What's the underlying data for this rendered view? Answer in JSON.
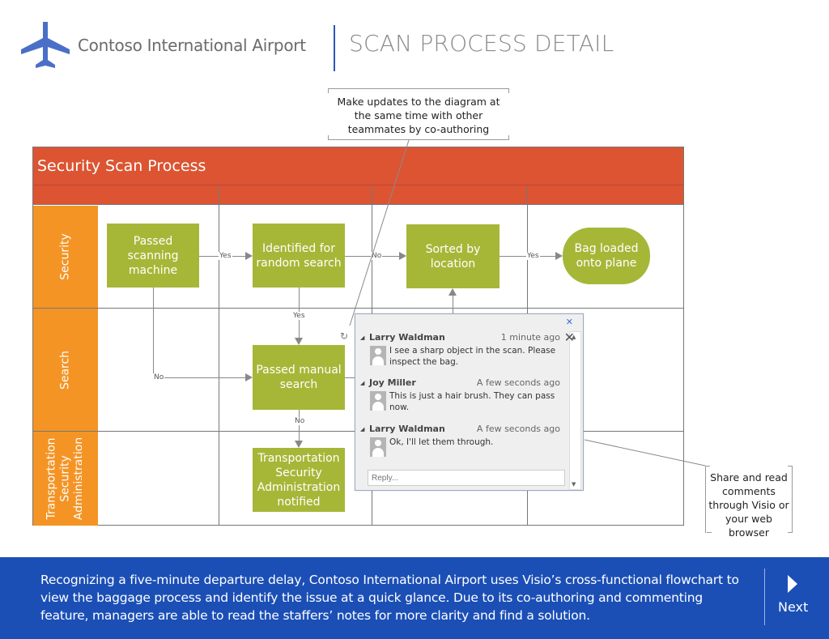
{
  "header": {
    "logo_icon": "airplane-icon",
    "brand": "Contoso International Airport",
    "title": "SCAN PROCESS DETAIL",
    "accent_color": "#2c56b8"
  },
  "callouts": {
    "top": "Make updates to the diagram at the same time with other teammates by co-authoring",
    "right": "Share and read comments through Visio or your web browser"
  },
  "diagram": {
    "title": "Security Scan Process",
    "title_color": "#dc5432",
    "lane_color": "#f49425",
    "shape_color": "#a6b738",
    "lanes": [
      {
        "label": "Security"
      },
      {
        "label": "Search"
      },
      {
        "label": "Transportation Security Administration"
      }
    ],
    "shapes": {
      "passed_scanning": "Passed scanning machine",
      "identified_random": "Identified for random search",
      "sorted_location": "Sorted by location",
      "bag_loaded": "Bag loaded onto plane",
      "passed_manual": "Passed manual search",
      "tsa_notified": "Transportation Security Administration notified"
    },
    "connector_labels": {
      "scan_yes": "Yes",
      "random_no": "No",
      "sorted_yes": "Yes",
      "random_yes": "Yes",
      "scan_no": "No",
      "manual_no": "No"
    },
    "sync_icon": "refresh-icon"
  },
  "comments": {
    "close_icon": "close-icon",
    "entries": [
      {
        "author": "Larry Waldman",
        "time": "1 minute ago",
        "text": "I see a sharp object in the scan. Please inspect the bag."
      },
      {
        "author": "Joy Miller",
        "time": "A few seconds ago",
        "text": "This is just a hair brush. They can pass now."
      },
      {
        "author": "Larry Waldman",
        "time": "A few seconds ago",
        "text": "Ok, I'll let them through."
      }
    ],
    "reply_placeholder": "Reply..."
  },
  "footer": {
    "text": "Recognizing a five-minute departure delay, Contoso International Airport uses Visio’s cross-functional flowchart to view the baggage process and identify the issue at a quick glance. Due to its co-authoring and commenting feature, managers are able to read the staffers’ notes for more clarity and find a solution.",
    "next_label": "Next",
    "background_color": "#1b4fb6"
  }
}
